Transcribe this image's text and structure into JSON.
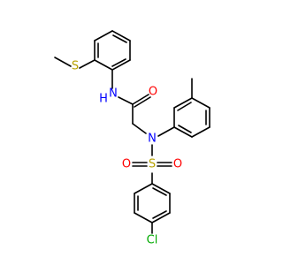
{
  "atoms": {
    "s_thio": {
      "label": "S",
      "color": "#B8A200"
    },
    "n_amide": {
      "label": "N",
      "color": "#0000FF"
    },
    "h_amide": {
      "label": "H",
      "color": "#0000FF"
    },
    "o_carbonyl": {
      "label": "O",
      "color": "#FF0000"
    },
    "n_sulfonamide": {
      "label": "N",
      "color": "#0000FF"
    },
    "s_sulfonyl": {
      "label": "S",
      "color": "#B8A200"
    },
    "o_sulfonyl_left": {
      "label": "O",
      "color": "#FF0000"
    },
    "o_sulfonyl_right": {
      "label": "O",
      "color": "#FF0000"
    },
    "cl": {
      "label": "Cl",
      "color": "#00AA00"
    }
  }
}
